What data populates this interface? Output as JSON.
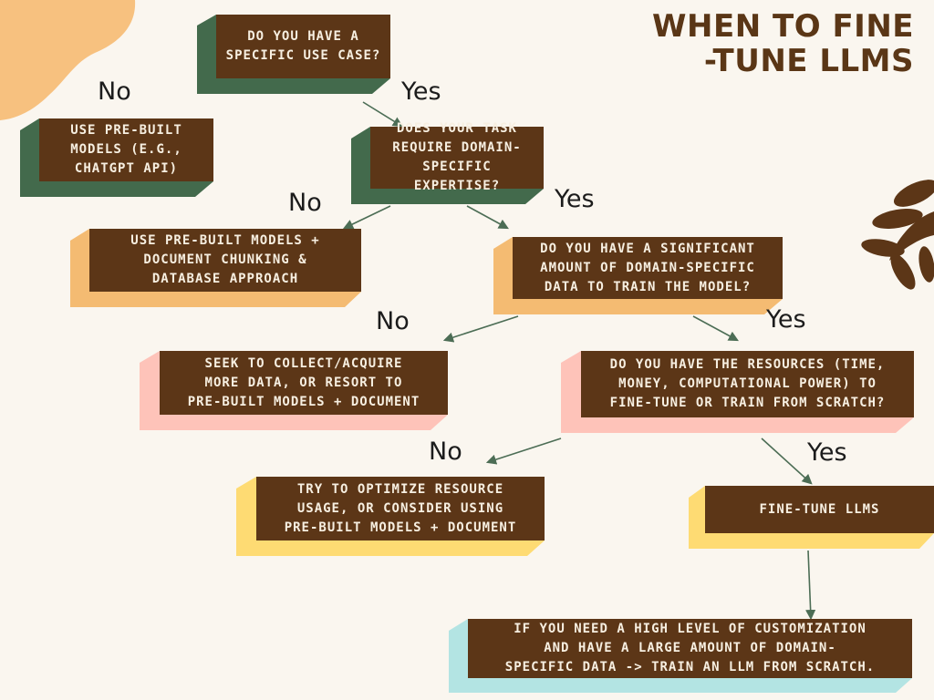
{
  "title": {
    "line1": "WHEN TO FINE",
    "line2": "-TUNE LLMS"
  },
  "nodes": {
    "q_use_case": "DO YOU HAVE A\nSPECIFIC USE CASE?",
    "a_prebuilt_api": "USE PRE-BUILT\nMODELS (E.G.,\nCHATGPT API)",
    "q_domain_expertise": "DOES YOUR TASK\nREQUIRE DOMAIN-\nSPECIFIC EXPERTISE?",
    "a_chunking": "USE PRE-BUILT MODELS +\nDOCUMENT CHUNKING &\nDATABASE APPROACH",
    "q_domain_data": "DO YOU HAVE A SIGNIFICANT\nAMOUNT OF DOMAIN-SPECIFIC\nDATA TO TRAIN THE MODEL?",
    "a_collect_data": "SEEK TO COLLECT/ACQUIRE\nMORE DATA, OR RESORT TO\nPRE-BUILT MODELS + DOCUMENT",
    "q_resources": "DO YOU HAVE THE RESOURCES (TIME,\nMONEY, COMPUTATIONAL POWER) TO\nFINE-TUNE OR TRAIN FROM SCRATCH?",
    "a_optimize": "TRY TO OPTIMIZE RESOURCE\nUSAGE, OR CONSIDER USING\nPRE-BUILT MODELS + DOCUMENT",
    "a_fine_tune": "FINE-TUNE LLMS",
    "a_scratch": "IF YOU NEED A HIGH LEVEL OF CUSTOMIZATION\nAND HAVE A LARGE AMOUNT OF DOMAIN-\nSPECIFIC DATA -> TRAIN AN LLM FROM SCRATCH."
  },
  "labels": {
    "no_1": "No",
    "yes_1": "Yes",
    "no_2": "No",
    "yes_2": "Yes",
    "no_3": "No",
    "yes_3": "Yes",
    "no_4": "No",
    "yes_4": "Yes"
  },
  "colors": {
    "box": "#5c3617",
    "green": "#436a4c",
    "orange": "#f4bb72",
    "pink": "#fec3b9",
    "yellow": "#fedb73",
    "cyan": "#b3e4e3",
    "title": "#5a3616",
    "arrow": "#4c6d55"
  }
}
